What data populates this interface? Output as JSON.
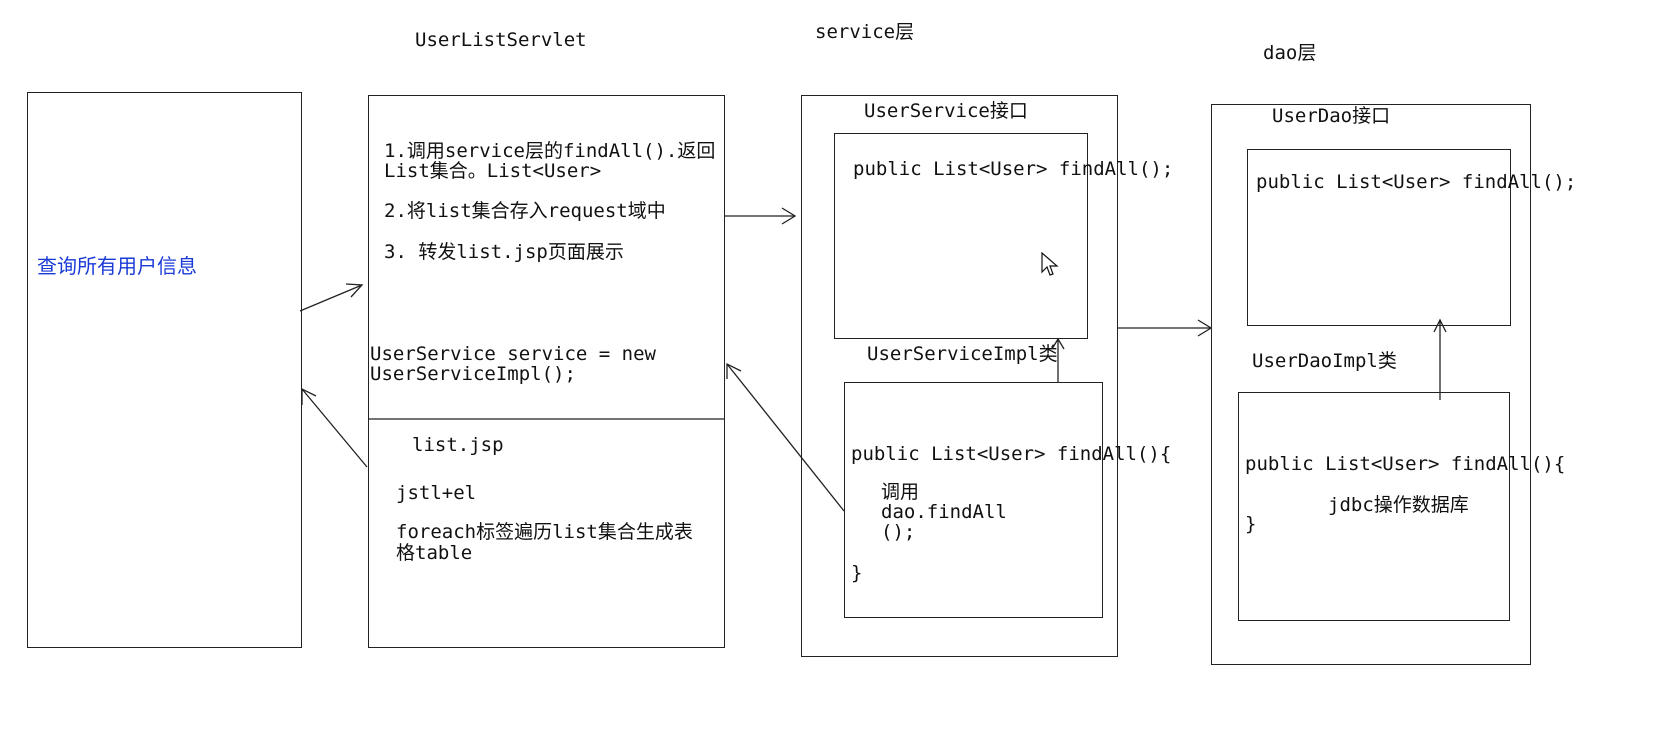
{
  "headers": {
    "servlet": "UserListServlet",
    "service": "service层",
    "dao": "dao层"
  },
  "client": {
    "label": "查询所有用户信息"
  },
  "servlet": {
    "step1_line1": "1.调用service层的findAll().返回",
    "step1_line2": "List集合。List<User>",
    "step2": "2.将list集合存入request域中",
    "step3": "3. 转发list.jsp页面展示",
    "new_line1": "UserService service = new",
    "new_line2": "UserServiceImpl();"
  },
  "jsp": {
    "title": "list.jsp",
    "tech": "jstl+el",
    "desc_line1": "foreach标签遍历list集合生成表",
    "desc_line2": "格table"
  },
  "service_layer": {
    "interface_title": "UserService接口",
    "interface_method": "public List<User> findAll();",
    "impl_title": "UserServiceImpl类",
    "impl_sig": "public List<User> findAll(){",
    "impl_body1": "调用",
    "impl_body2": "dao.findAll",
    "impl_body3": "();",
    "impl_close": "}"
  },
  "dao_layer": {
    "interface_title": "UserDao接口",
    "interface_method": "public List<User> findAll();",
    "impl_title": "UserDaoImpl类",
    "impl_sig": "public List<User> findAll(){",
    "impl_body": "jdbc操作数据库",
    "impl_close": "}"
  },
  "colors": {
    "line": "#222222",
    "client_text": "#1a3ad8"
  }
}
